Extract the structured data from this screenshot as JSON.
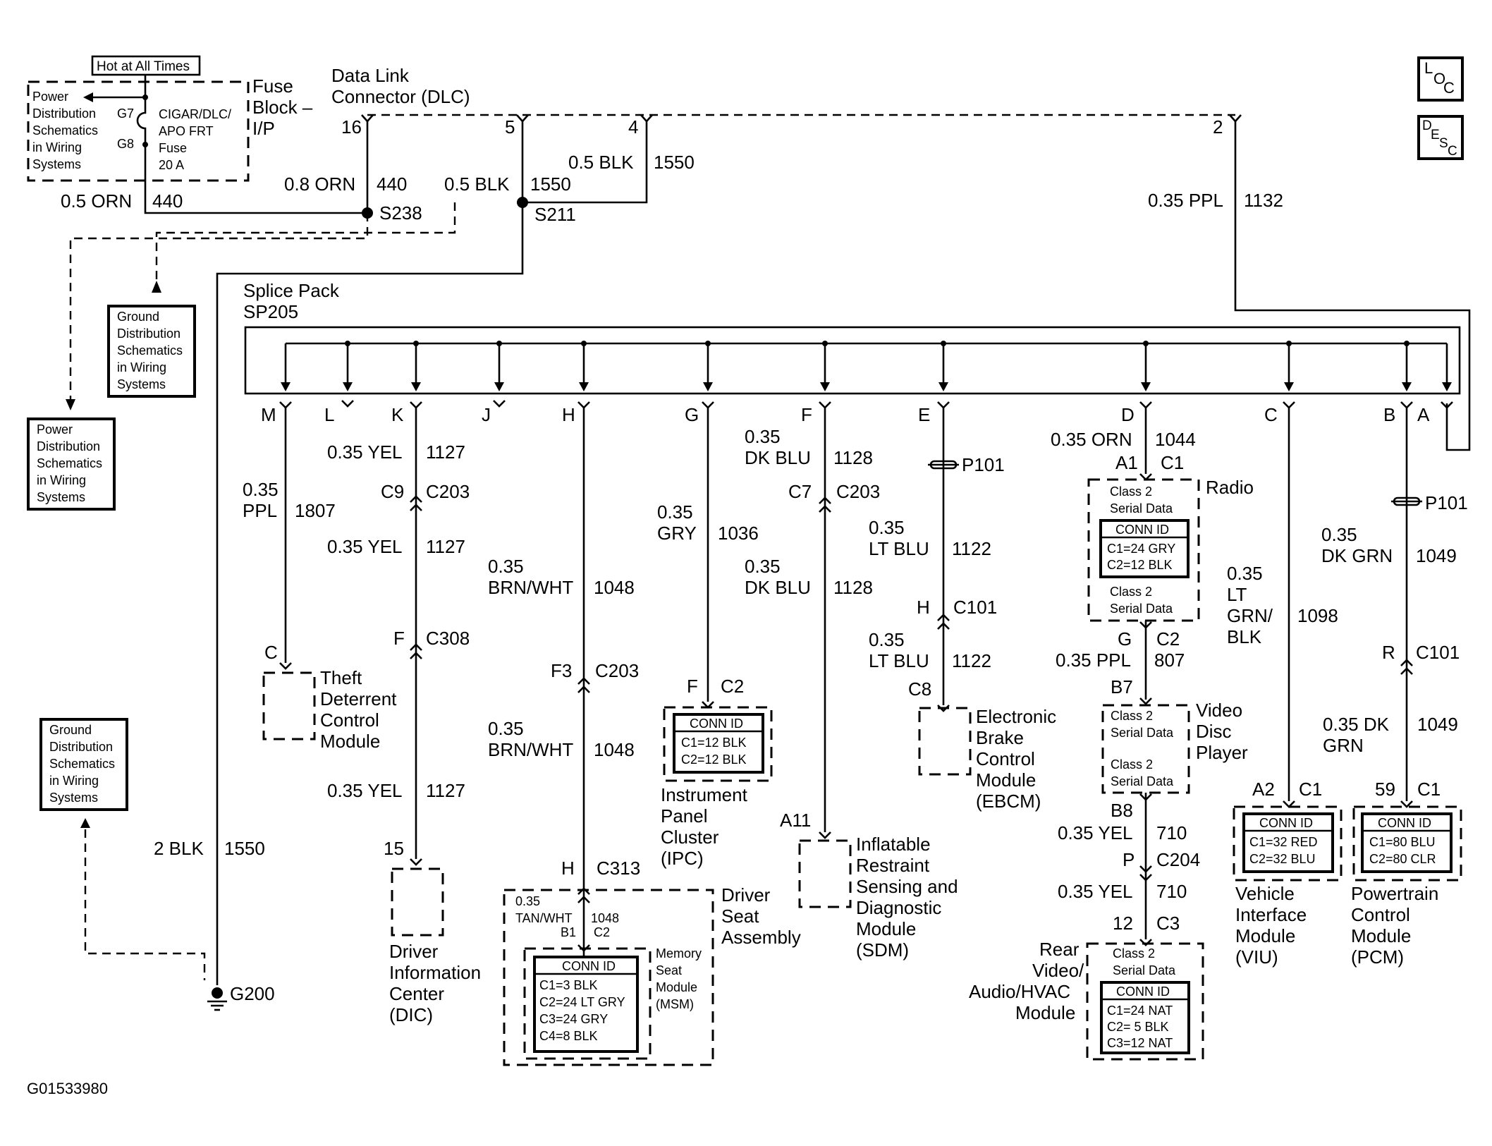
{
  "hot_box": "Hot at All Times",
  "power_dist_top": [
    "Power",
    "Distribution",
    "Schematics",
    "in Wiring",
    "Systems"
  ],
  "fuse": {
    "pin_top": "G7",
    "pin_bot": "G8",
    "name": [
      "CIGAR/DLC/",
      "APO FRT",
      "Fuse",
      "20 A"
    ],
    "block": [
      "Fuse",
      "Block –",
      "I/P"
    ]
  },
  "dlc": {
    "title": [
      "Data Link",
      "Connector (DLC)"
    ],
    "pins": [
      "16",
      "5",
      "4",
      "2"
    ]
  },
  "wires_top": {
    "w1_size": "0.5 ORN",
    "w1_circuit": "440",
    "w2_size": "0.8 ORN",
    "w2_circuit": "440",
    "w3_size": "0.5 BLK",
    "w3_circuit": "1550",
    "w4_size": "0.5 BLK",
    "w4_circuit": "1550",
    "w5_size": "0.35 PPL",
    "w5_circuit": "1132",
    "ground_size": "2 BLK",
    "ground_circuit": "1550"
  },
  "splices": {
    "s238": "S238",
    "s211": "S211"
  },
  "ground_dist_1": [
    "Ground",
    "Distribution",
    "Schematics",
    "in Wiring",
    "Systems"
  ],
  "power_dist_2": [
    "Power",
    "Distribution",
    "Schematics",
    "in Wiring",
    "Systems"
  ],
  "ground_dist_2": [
    "Ground",
    "Distribution",
    "Schematics",
    "in Wiring",
    "Systems"
  ],
  "ground_g200": "G200",
  "loc_icon": [
    "L",
    "O",
    "C"
  ],
  "desc_icon": [
    "D",
    "E",
    "S",
    "C"
  ],
  "splice_pack": [
    "Splice Pack",
    "SP205"
  ],
  "sp_pins": [
    "M",
    "L",
    "K",
    "J",
    "H",
    "G",
    "F",
    "E",
    "D",
    "C",
    "B",
    "A"
  ],
  "col_m": {
    "size": [
      "0.35",
      "PPL"
    ],
    "circuit": "1807",
    "pin": "C",
    "module": [
      "Theft",
      "Deterrent",
      "Control",
      "Module"
    ]
  },
  "col_k": {
    "s1": "0.35 YEL",
    "c1": "1127",
    "conn1_pin": "C9",
    "conn1": "C203",
    "s2": "0.35 YEL",
    "c2": "1127",
    "conn2_pin": "F",
    "conn2": "C308",
    "s3": "0.35 YEL",
    "c3": "1127",
    "pin": "15",
    "module": [
      "Driver",
      "Information",
      "Center",
      "(DIC)"
    ]
  },
  "col_h": {
    "s1": [
      "0.35",
      "BRN/WHT"
    ],
    "c1": "1048",
    "conn1_pin": "F3",
    "conn1": "C203",
    "s2": [
      "0.35",
      "BRN/WHT"
    ],
    "c2": "1048",
    "conn2_pin": "H",
    "conn2": "C313",
    "inner_size": [
      "0.35",
      "TAN/WHT"
    ],
    "inner_circuit": "1048",
    "inner_pin": "B1",
    "inner_conn": "C2",
    "conn_id_title": "CONN ID",
    "conn_ids": [
      "C1=3 BLK",
      "C2=24 LT GRY",
      "C3=24 GRY",
      "C4=8 BLK"
    ],
    "msm": [
      "Memory",
      "Seat",
      "Module",
      "(MSM)"
    ],
    "module": [
      "Driver",
      "Seat",
      "Assembly"
    ]
  },
  "col_g": {
    "size": [
      "0.35",
      "GRY"
    ],
    "circuit": "1036",
    "pin": "F",
    "conn": "C2",
    "conn_id_title": "CONN ID",
    "conn_ids": [
      "C1=12 BLK",
      "C2=12 BLK"
    ],
    "module": [
      "Instrument",
      "Panel",
      "Cluster",
      "(IPC)"
    ]
  },
  "col_f": {
    "s1": [
      "0.35",
      "DK BLU"
    ],
    "c1": "1128",
    "conn_pin": "C7",
    "conn": "C203",
    "s2": [
      "0.35",
      "DK BLU"
    ],
    "c2": "1128",
    "pin": "A11",
    "module": [
      "Inflatable",
      "Restraint",
      "Sensing and",
      "Diagnostic",
      "Module",
      "(SDM)"
    ]
  },
  "col_e": {
    "p101": "P101",
    "s1": [
      "0.35",
      "LT BLU"
    ],
    "c1": "1122",
    "conn_pin": "H",
    "conn": "C101",
    "s2": [
      "0.35",
      "LT BLU"
    ],
    "c2": "1122",
    "pin": "C8",
    "module": [
      "Electronic",
      "Brake",
      "Control",
      "Module",
      "(EBCM)"
    ]
  },
  "col_d": {
    "s1": "0.35 ORN",
    "c1": "1044",
    "pin1": "A1",
    "conn1": "C1",
    "radio": "Radio",
    "class2": [
      "Class 2",
      "Serial Data"
    ],
    "conn_id_title": "CONN ID",
    "radio_conn_ids": [
      "C1=24 GRY",
      "C2=12 BLK"
    ],
    "pin2": "G",
    "conn2": "C2",
    "s2": "0.35 PPL",
    "c2": "807",
    "pin3": "B7",
    "vdp": [
      "Video",
      "Disc",
      "Player"
    ],
    "pin4": "B8",
    "s3": "0.35 YEL",
    "c3": "710",
    "conn3_pin": "P",
    "conn3": "C204",
    "s4": "0.35 YEL",
    "c4": "710",
    "pin5": "12",
    "conn5": "C3",
    "rear_conn_ids": [
      "C1=24 NAT",
      "C2= 5 BLK",
      "C3=12 NAT"
    ],
    "rear": [
      "Rear",
      "Video/",
      "Audio/HVAC",
      "Module"
    ]
  },
  "col_c": {
    "size": [
      "0.35",
      "LT",
      "GRN/",
      "BLK"
    ],
    "circuit": "1098",
    "pin": "A2",
    "conn": "C1",
    "conn_id_title": "CONN ID",
    "conn_ids": [
      "C1=32 RED",
      "C2=32 BLU"
    ],
    "module": [
      "Vehicle",
      "Interface",
      "Module",
      "(VIU)"
    ]
  },
  "col_b": {
    "p101": "P101",
    "s1": [
      "0.35",
      "DK GRN"
    ],
    "c1": "1049",
    "conn_pin": "R",
    "conn": "C101",
    "s2": [
      "0.35 DK",
      "GRN"
    ],
    "c2": "1049",
    "pin": "59",
    "conn2": "C1",
    "conn_id_title": "CONN ID",
    "conn_ids": [
      "C1=80 BLU",
      "C2=80 CLR"
    ],
    "module": [
      "Powertrain",
      "Control",
      "Module",
      "(PCM)"
    ]
  },
  "figure_id": "G01533980"
}
